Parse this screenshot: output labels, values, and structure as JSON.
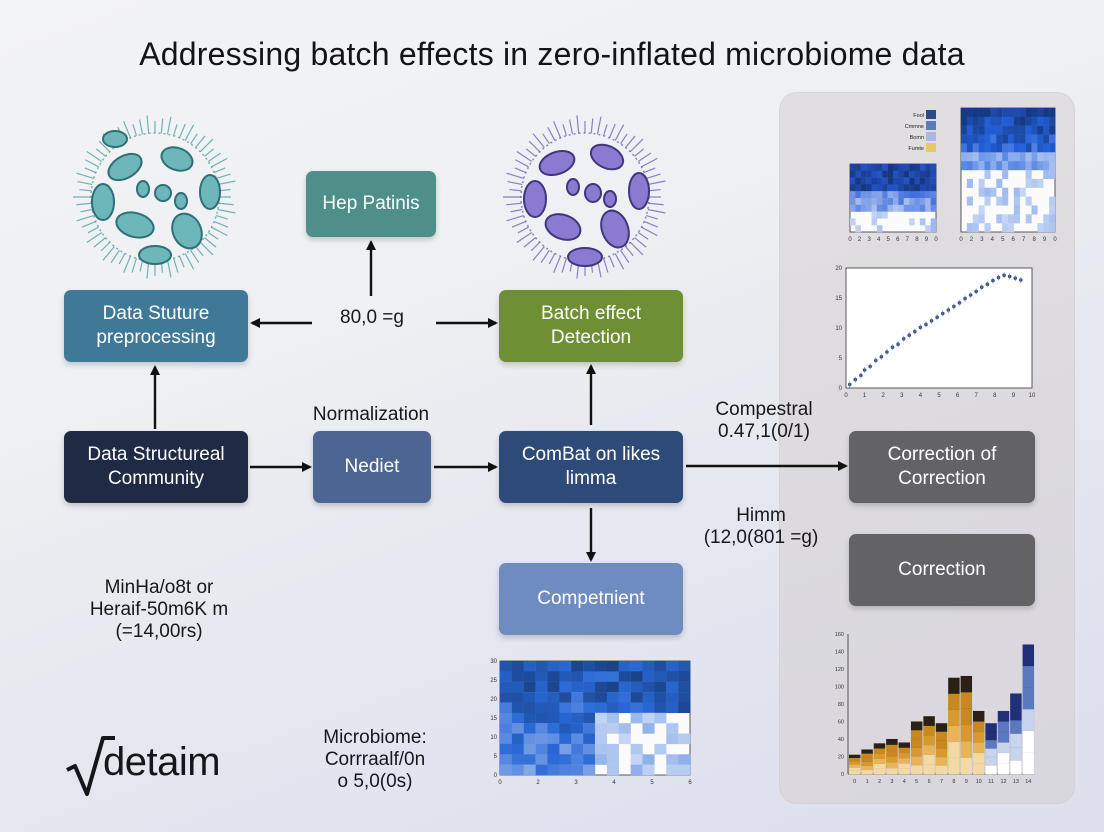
{
  "title": "Addressing batch effects in zero-inflated microbiome data",
  "boxes": {
    "hep_patinis": "Hep Patinis",
    "data_structure_preprocessing": "Data Stuture\npreprocessing",
    "batch_effect_detection": "Batch effect\nDetection",
    "data_structural_community": "Data Structureal\nCommunity",
    "nediet": "Nediet",
    "combat": "ComBat on likes\nlimma",
    "compentient": "Competпient",
    "correction_of_correction": "Correction of\nCorrection",
    "correction": "Correction"
  },
  "labels": {
    "center_value": "80,0 =g",
    "normalization": "Normalization",
    "compestral": "Compestral\n0.47,1(0/1)",
    "himm": "Himm\n(12,0(801 =g)",
    "minha": "MinHa/o8t or\nHeraif-50m6K m\n(=14,00rs)",
    "microbiome": "Microbiome:\nCorrraalf/0n\no 5,0(0s)"
  },
  "logo": {
    "text": "detaim"
  },
  "colors": {
    "teal_box": "#4e8f8a",
    "blue_teal_box": "#3e7a98",
    "green_box": "#6e8f34",
    "navy_box": "#1f2a44",
    "mid_blue_box": "#4d6592",
    "deep_blue_box": "#2e4a78",
    "light_blue_box": "#6f8cc0",
    "grey_box": "#636366",
    "microbe_teal": "#5aa7ac",
    "microbe_purple": "#7c6cc0"
  },
  "chart_data": [
    {
      "type": "heatmap",
      "id": "heatmap-top-left",
      "ylim": [
        0,
        8
      ],
      "x_ticks": [
        "0",
        "2",
        "3",
        "4",
        "5",
        "6",
        "7",
        "8",
        "9",
        "0"
      ],
      "legend": [
        "Fool",
        "Cmmne",
        "Bomn",
        "Fumte"
      ]
    },
    {
      "type": "heatmap",
      "id": "heatmap-top-right",
      "x_ticks": [
        "0",
        "2",
        "3",
        "4",
        "5",
        "6",
        "7",
        "8",
        "9",
        "0"
      ]
    },
    {
      "type": "scatter",
      "id": "scatter-trend",
      "xlim": [
        0,
        10
      ],
      "ylim": [
        0,
        20
      ],
      "y_ticks": [
        "0",
        "5",
        "10",
        "15",
        "20"
      ],
      "x_ticks": [
        "0",
        "1",
        "2",
        "3",
        "4",
        "5",
        "6",
        "7",
        "8",
        "9",
        "10"
      ],
      "x": [
        0.2,
        0.5,
        0.8,
        1.0,
        1.3,
        1.6,
        1.9,
        2.2,
        2.5,
        2.8,
        3.1,
        3.4,
        3.7,
        4.0,
        4.3,
        4.6,
        4.9,
        5.2,
        5.5,
        5.8,
        6.1,
        6.4,
        6.7,
        7.0,
        7.3,
        7.6,
        7.9,
        8.2,
        8.5,
        8.8,
        9.1,
        9.4
      ],
      "y": [
        0.6,
        1.4,
        2.1,
        3.0,
        3.6,
        4.6,
        5.2,
        6.0,
        6.8,
        7.3,
        8.2,
        8.8,
        9.4,
        10.1,
        10.6,
        11.2,
        11.8,
        12.4,
        13.0,
        13.6,
        14.2,
        14.9,
        15.5,
        16.1,
        16.8,
        17.3,
        17.9,
        18.4,
        18.8,
        18.6,
        18.3,
        18.0
      ]
    },
    {
      "type": "heatmap",
      "id": "heatmap-bottom-center",
      "ylim": [
        0,
        30
      ],
      "y_ticks": [
        "0",
        "5",
        "10",
        "15",
        "20",
        "25",
        "30"
      ],
      "x_ticks": [
        "0",
        "2",
        "3",
        "4",
        "5",
        "6"
      ]
    },
    {
      "type": "bar",
      "id": "bar-bottom-right",
      "ylim": [
        0,
        160
      ],
      "y_ticks": [
        "0",
        "20",
        "40",
        "60",
        "80",
        "100",
        "120",
        "140",
        "160"
      ],
      "categories": [
        "0",
        "1",
        "2",
        "3",
        "4",
        "5",
        "6",
        "7",
        "8",
        "9",
        "10",
        "11",
        "12",
        "13",
        "14"
      ],
      "values": [
        22,
        28,
        35,
        40,
        36,
        60,
        66,
        58,
        110,
        112,
        72,
        58,
        72,
        92,
        148
      ]
    }
  ]
}
